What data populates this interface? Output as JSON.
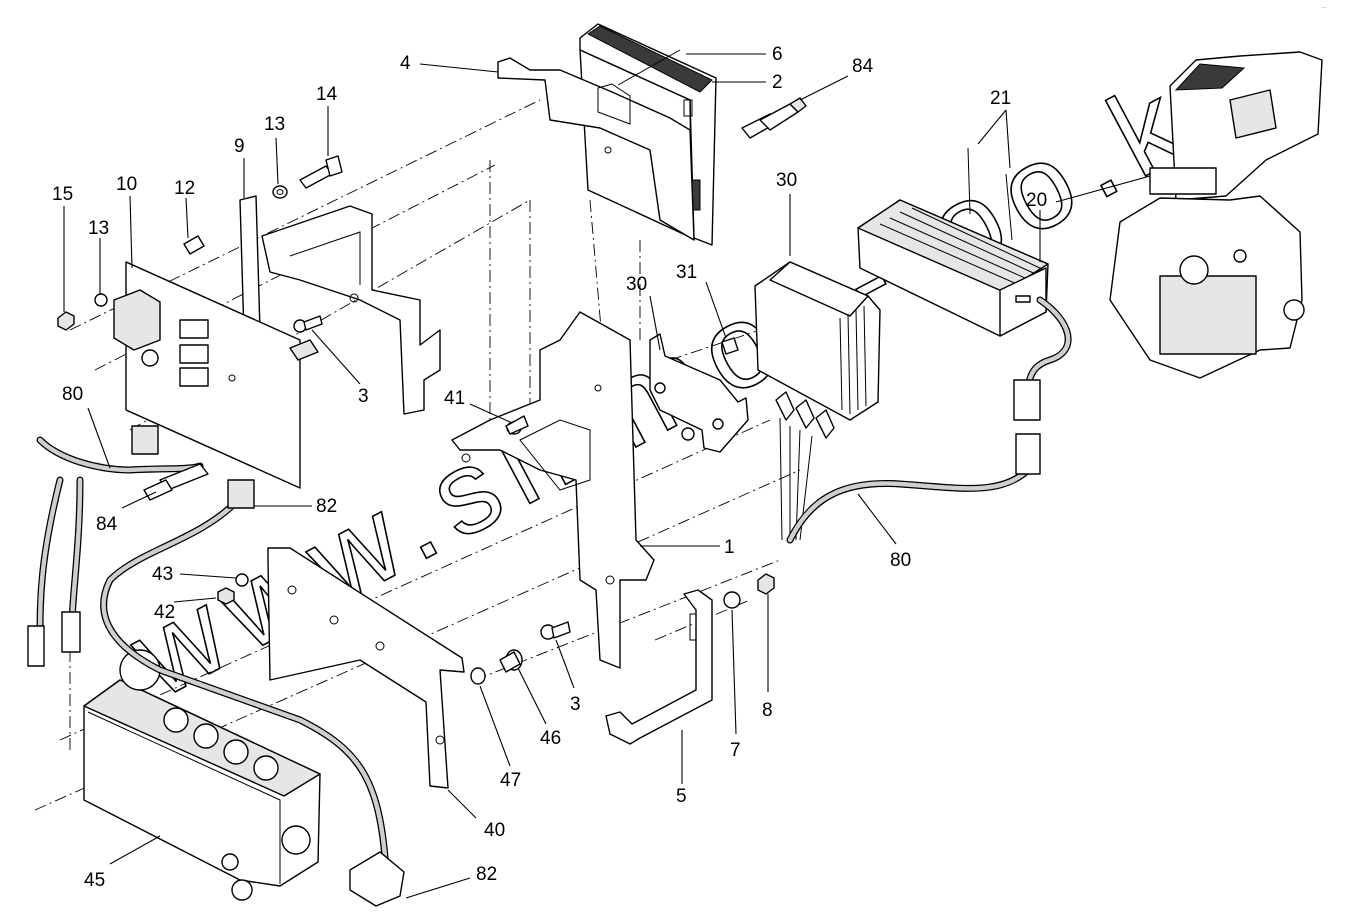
{
  "watermark": "www.sinmon-too.kr",
  "corner_mark": "...",
  "callouts": [
    "1",
    "2",
    "3",
    "3",
    "4",
    "5",
    "6",
    "7",
    "8",
    "9",
    "10",
    "12",
    "13",
    "13",
    "14",
    "15",
    "20",
    "21",
    "30",
    "30",
    "31",
    "40",
    "41",
    "42",
    "43",
    "45",
    "46",
    "47",
    "80",
    "80",
    "82",
    "82",
    "84",
    "84"
  ]
}
